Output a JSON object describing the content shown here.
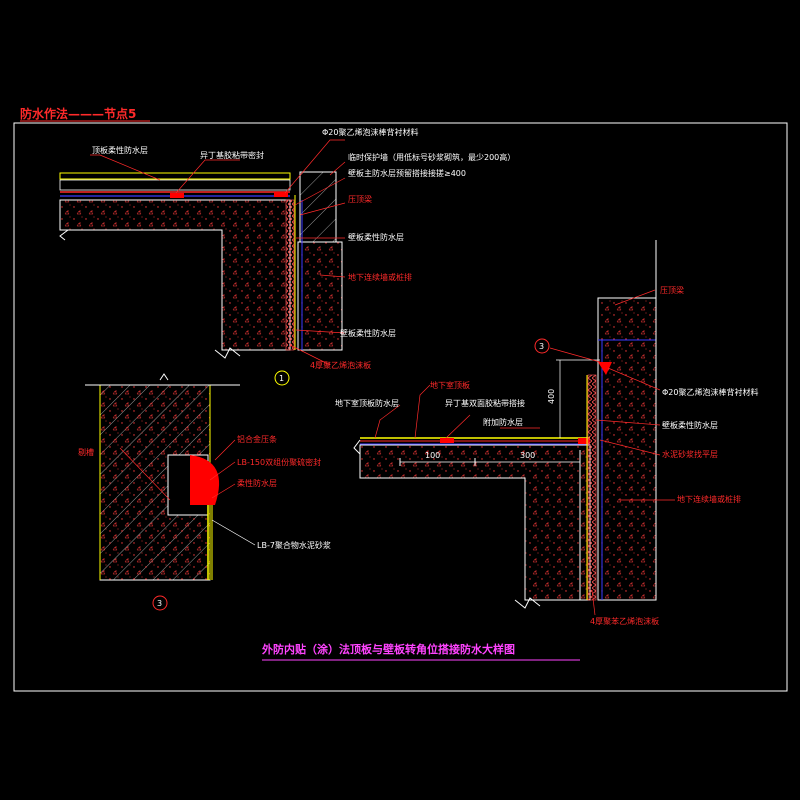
{
  "header": {
    "title": "防水作法———节点5"
  },
  "footer": {
    "caption": "外防内贴（涂）法顶板与壁板转角位搭接防水大样图"
  },
  "detail1": {
    "labels": {
      "roof_coating": "顶板柔性防水层",
      "butyl_seal": "异丁基胶粘带密封",
      "pe_foam_top": "Φ20聚乙烯泡沫棒背衬材料",
      "temp_wall": "临时保护墙（用低标号砂浆砌筑，最少200高）",
      "wall_overlap": "壁板主防水层预留搭接接搓≥400",
      "cap_beam": "压顶梁",
      "wall_coating": "壁板柔性防水层",
      "diaphragm": "地下连续墙或桩排",
      "wall_coating_2": "壁板柔性防水层",
      "pe_foam_board": "4厚聚乙烯泡沫板"
    },
    "marker": "1"
  },
  "detail2": {
    "labels": {
      "waterstop": "铝合金压条",
      "sealant": "LB-150双组份聚硫密封",
      "flexible": "柔性防水层",
      "mortar": "LB-7聚合物水泥砂浆",
      "groove": "剔槽"
    },
    "marker": "3"
  },
  "detail3": {
    "labels": {
      "cap_beam": "压顶梁",
      "roof_slab": "地下室顶板",
      "roof_waterproof": "地下室顶板防水层",
      "butyl_double": "异丁基双面胶粘带搭接",
      "extra_layer": "附加防水层",
      "pe_foam_rod": "Φ20聚乙烯泡沫棒背衬材料",
      "wall_coating": "壁板柔性防水层",
      "mortar_level": "水泥砂浆找平层",
      "diaphragm": "地下连续墙或桩排",
      "pe_foam_board": "4厚聚苯乙烯泡沫板"
    },
    "dims": {
      "d100": "100",
      "d300": "300",
      "d400": "400"
    },
    "marker": "3"
  },
  "colors": {
    "background": "#000000",
    "frame": "#ffffff",
    "concrete": "#ffffff",
    "hatch": "#ff2a2a",
    "waterproof_fill": "#ff0000",
    "membrane_blue": "#3a3aff",
    "yellow": "#ffff00",
    "leader": "#ff2a2a",
    "caption": "#ff44ff"
  }
}
